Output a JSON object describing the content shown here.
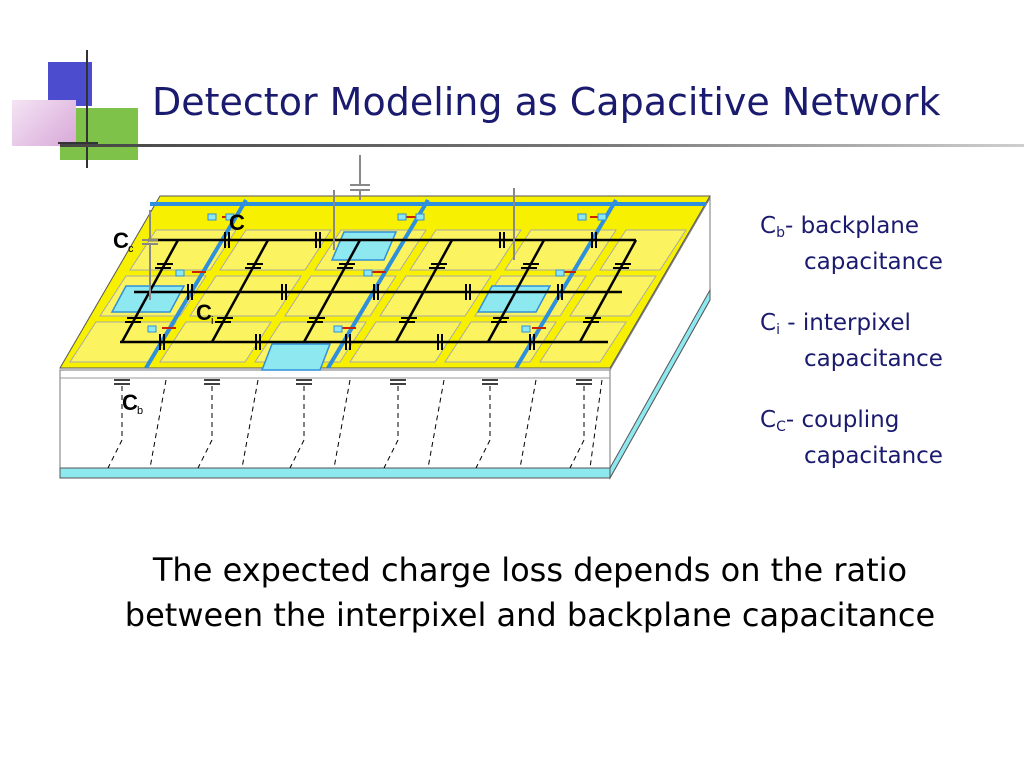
{
  "slide": {
    "title": "Detector Modeling as Capacitive Network"
  },
  "figure": {
    "labels": {
      "cc_main": "C",
      "cc_sub": "c",
      "ci_top": "C",
      "ci_mid": "C",
      "ci_mid_sub": "i",
      "cb_main": "C",
      "cb_sub": "b"
    }
  },
  "legend": {
    "items": [
      {
        "symbol": "C",
        "sub": "b",
        "text": "- backplane",
        "cont": "capacitance"
      },
      {
        "symbol": "C",
        "sub": "i",
        "text": " - interpixel",
        "cont": "capacitance"
      },
      {
        "symbol": "C",
        "sub": "C",
        "text": "- coupling",
        "cont": "capacitance"
      }
    ]
  },
  "caption": {
    "text": "The expected charge loss depends on the ratio between the interpixel and backplane capacitance"
  },
  "colors": {
    "title": "#1a1a6e",
    "pixel_fill": "#f7f000",
    "pad_fill": "#8ee8f0",
    "strip_blue": "#2e8fdc",
    "deco_blue": "#4c4ccf",
    "deco_green": "#7fc24a",
    "deco_pink": "#e8c8e8"
  }
}
